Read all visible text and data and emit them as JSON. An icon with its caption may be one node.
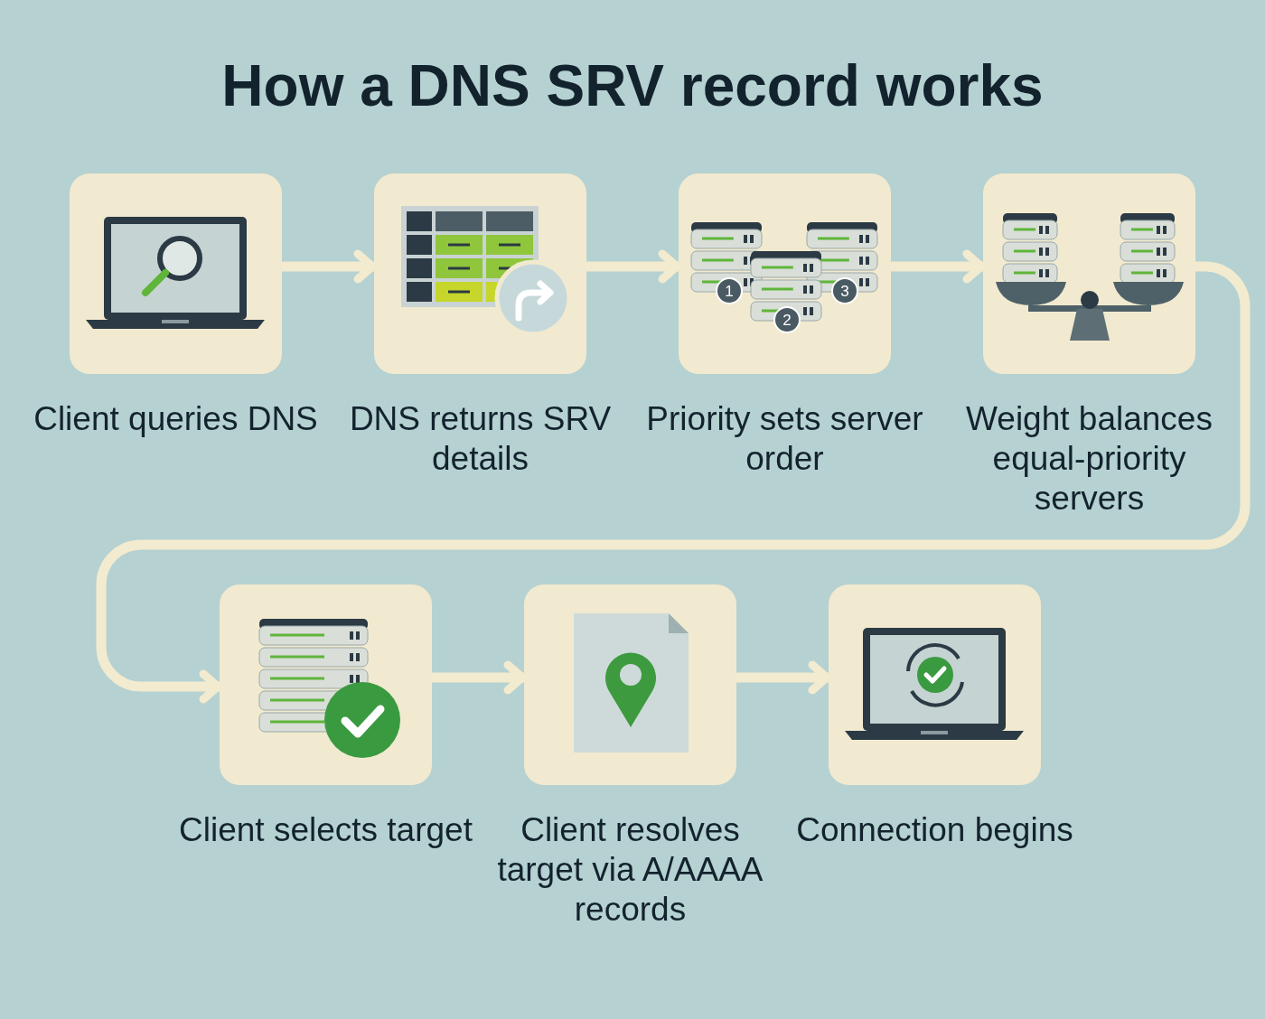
{
  "diagram": {
    "title": "How a DNS SRV record works",
    "nodes": [
      {
        "text": [],
        "shape": "box",
        "beside": [
          "Client queries DNS"
        ]
      },
      {
        "text": [],
        "shape": "box",
        "beside": [
          "DNS returns SRV details"
        ]
      },
      {
        "text": [],
        "shape": "box",
        "beside": [
          "Priority sets server order"
        ]
      },
      {
        "text": [],
        "shape": "box",
        "beside": [
          "Weight balances equal-priority servers"
        ]
      },
      {
        "text": [],
        "shape": "box",
        "beside": [
          "Client selects target"
        ]
      },
      {
        "text": [],
        "shape": "box",
        "beside": [
          "Client resolves target via A/AAAA records"
        ]
      },
      {
        "text": [],
        "shape": "box",
        "beside": [
          "Connection begins"
        ]
      }
    ],
    "edges": [
      {
        "from": 0,
        "to": 1,
        "arrow": "to"
      },
      {
        "from": 1,
        "to": 2,
        "arrow": "to"
      },
      {
        "from": 2,
        "to": 3,
        "arrow": "to"
      },
      {
        "from": 3,
        "to": 4,
        "arrow": "to"
      },
      {
        "from": 4,
        "to": 5,
        "arrow": "to"
      },
      {
        "from": 5,
        "to": 6,
        "arrow": "to"
      }
    ],
    "labels": [
      "1",
      "2",
      "3"
    ]
  }
}
